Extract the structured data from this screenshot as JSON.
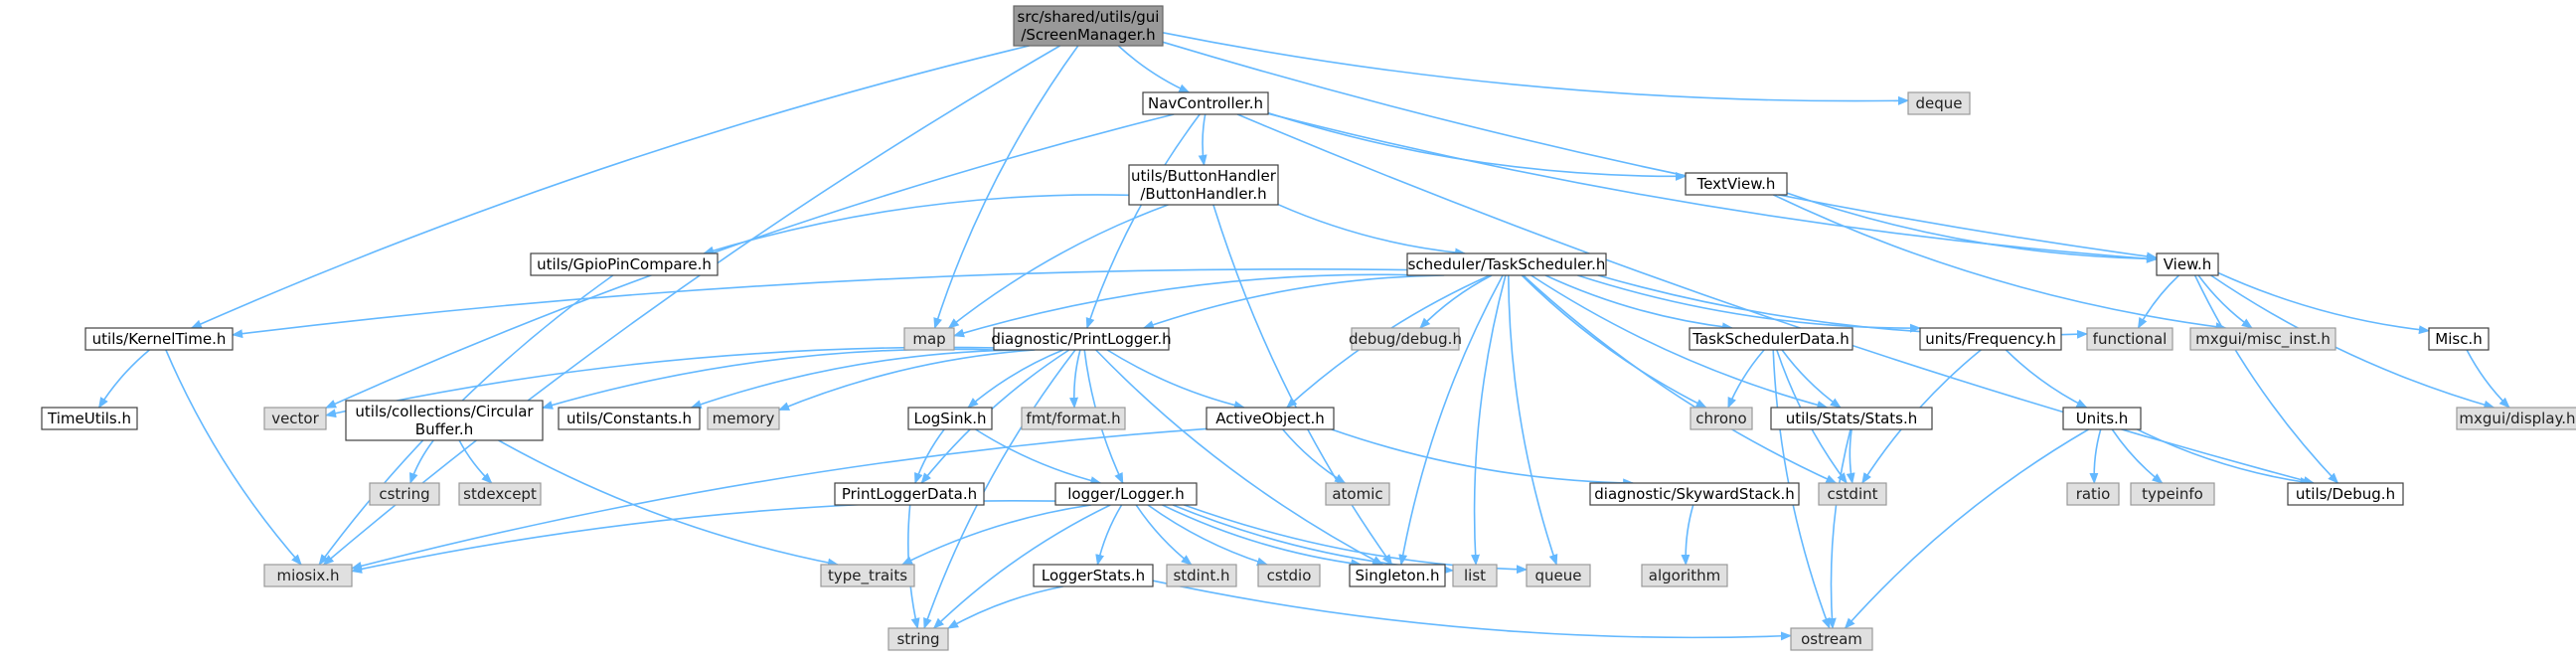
{
  "colors": {
    "edge": "#63b8ff",
    "root_fill": "#999999",
    "external_fill": "#e0e0e0",
    "internal_fill": "#ffffff"
  },
  "nodes": [
    {
      "id": "screenmanager",
      "kind": "root",
      "lines": [
        "src/shared/utils/gui",
        "/ScreenManager.h"
      ]
    },
    {
      "id": "deque",
      "kind": "external",
      "lines": [
        "deque"
      ]
    },
    {
      "id": "navcontroller",
      "kind": "internal",
      "lines": [
        "NavController.h"
      ]
    },
    {
      "id": "buttonhandler",
      "kind": "internal",
      "lines": [
        "utils/ButtonHandler",
        "/ButtonHandler.h"
      ]
    },
    {
      "id": "textview",
      "kind": "internal",
      "lines": [
        "TextView.h"
      ]
    },
    {
      "id": "gpiopincompare",
      "kind": "internal",
      "lines": [
        "utils/GpioPinCompare.h"
      ]
    },
    {
      "id": "taskscheduler",
      "kind": "internal",
      "lines": [
        "scheduler/TaskScheduler.h"
      ]
    },
    {
      "id": "view",
      "kind": "internal",
      "lines": [
        "View.h"
      ]
    },
    {
      "id": "kerneltime",
      "kind": "internal",
      "lines": [
        "utils/KernelTime.h"
      ]
    },
    {
      "id": "map",
      "kind": "external",
      "lines": [
        "map"
      ]
    },
    {
      "id": "printlogger",
      "kind": "internal",
      "lines": [
        "diagnostic/PrintLogger.h"
      ]
    },
    {
      "id": "debugdebug",
      "kind": "external",
      "lines": [
        "debug/debug.h"
      ]
    },
    {
      "id": "taskschedulerdata",
      "kind": "internal",
      "lines": [
        "TaskSchedulerData.h"
      ]
    },
    {
      "id": "frequency",
      "kind": "internal",
      "lines": [
        "units/Frequency.h"
      ]
    },
    {
      "id": "functional",
      "kind": "external",
      "lines": [
        "functional"
      ]
    },
    {
      "id": "miscinst",
      "kind": "external",
      "lines": [
        "mxgui/misc_inst.h"
      ]
    },
    {
      "id": "misc",
      "kind": "internal",
      "lines": [
        "Misc.h"
      ]
    },
    {
      "id": "timeutils",
      "kind": "internal",
      "lines": [
        "TimeUtils.h"
      ]
    },
    {
      "id": "vector",
      "kind": "external",
      "lines": [
        "vector"
      ]
    },
    {
      "id": "circularbuffer",
      "kind": "internal",
      "lines": [
        "utils/collections/Circular",
        "Buffer.h"
      ]
    },
    {
      "id": "constants",
      "kind": "internal",
      "lines": [
        "utils/Constants.h"
      ]
    },
    {
      "id": "memory",
      "kind": "external",
      "lines": [
        "memory"
      ]
    },
    {
      "id": "logsink",
      "kind": "internal",
      "lines": [
        "LogSink.h"
      ]
    },
    {
      "id": "fmtformat",
      "kind": "external",
      "lines": [
        "fmt/format.h"
      ]
    },
    {
      "id": "activeobject",
      "kind": "internal",
      "lines": [
        "ActiveObject.h"
      ]
    },
    {
      "id": "chrono",
      "kind": "external",
      "lines": [
        "chrono"
      ]
    },
    {
      "id": "stats",
      "kind": "internal",
      "lines": [
        "utils/Stats/Stats.h"
      ]
    },
    {
      "id": "units",
      "kind": "internal",
      "lines": [
        "Units.h"
      ]
    },
    {
      "id": "display",
      "kind": "external",
      "lines": [
        "mxgui/display.h"
      ]
    },
    {
      "id": "cstring",
      "kind": "external",
      "lines": [
        "cstring"
      ]
    },
    {
      "id": "stdexcept",
      "kind": "external",
      "lines": [
        "stdexcept"
      ]
    },
    {
      "id": "printloggerdata",
      "kind": "internal",
      "lines": [
        "PrintLoggerData.h"
      ]
    },
    {
      "id": "atomic",
      "kind": "external",
      "lines": [
        "atomic"
      ]
    },
    {
      "id": "skywardstack",
      "kind": "internal",
      "lines": [
        "diagnostic/SkywardStack.h"
      ]
    },
    {
      "id": "cstdint",
      "kind": "external",
      "lines": [
        "cstdint"
      ]
    },
    {
      "id": "ratio",
      "kind": "external",
      "lines": [
        "ratio"
      ]
    },
    {
      "id": "typeinfo",
      "kind": "external",
      "lines": [
        "typeinfo"
      ]
    },
    {
      "id": "debug",
      "kind": "internal",
      "lines": [
        "utils/Debug.h"
      ]
    },
    {
      "id": "logger",
      "kind": "internal",
      "lines": [
        "logger/Logger.h"
      ]
    },
    {
      "id": "miosix",
      "kind": "external",
      "lines": [
        "miosix.h"
      ]
    },
    {
      "id": "typetraits",
      "kind": "external",
      "lines": [
        "type_traits"
      ]
    },
    {
      "id": "stdint",
      "kind": "external",
      "lines": [
        "stdint.h"
      ]
    },
    {
      "id": "cstdio",
      "kind": "external",
      "lines": [
        "cstdio"
      ]
    },
    {
      "id": "singleton",
      "kind": "internal",
      "lines": [
        "Singleton.h"
      ]
    },
    {
      "id": "list",
      "kind": "external",
      "lines": [
        "list"
      ]
    },
    {
      "id": "queue",
      "kind": "external",
      "lines": [
        "queue"
      ]
    },
    {
      "id": "algorithm",
      "kind": "external",
      "lines": [
        "algorithm"
      ]
    },
    {
      "id": "loggerstats",
      "kind": "internal",
      "lines": [
        "LoggerStats.h"
      ]
    },
    {
      "id": "string",
      "kind": "external",
      "lines": [
        "string"
      ]
    },
    {
      "id": "ostream",
      "kind": "external",
      "lines": [
        "ostream"
      ]
    }
  ],
  "edges": [
    [
      "screenmanager",
      "deque"
    ],
    [
      "screenmanager",
      "navcontroller"
    ],
    [
      "screenmanager",
      "view"
    ],
    [
      "screenmanager",
      "map"
    ],
    [
      "screenmanager",
      "kerneltime"
    ],
    [
      "screenmanager",
      "miosix"
    ],
    [
      "navcontroller",
      "buttonhandler"
    ],
    [
      "navcontroller",
      "textview"
    ],
    [
      "navcontroller",
      "view"
    ],
    [
      "navcontroller",
      "printlogger"
    ],
    [
      "navcontroller",
      "vector"
    ],
    [
      "navcontroller",
      "debug"
    ],
    [
      "buttonhandler",
      "gpiopincompare"
    ],
    [
      "buttonhandler",
      "taskscheduler"
    ],
    [
      "buttonhandler",
      "map"
    ],
    [
      "buttonhandler",
      "singleton"
    ],
    [
      "textview",
      "view"
    ],
    [
      "textview",
      "miscinst"
    ],
    [
      "gpiopincompare",
      "miosix"
    ],
    [
      "taskscheduler",
      "kerneltime"
    ],
    [
      "taskscheduler",
      "map"
    ],
    [
      "taskscheduler",
      "printlogger"
    ],
    [
      "taskscheduler",
      "debugdebug"
    ],
    [
      "taskscheduler",
      "activeobject"
    ],
    [
      "taskscheduler",
      "taskschedulerdata"
    ],
    [
      "taskscheduler",
      "frequency"
    ],
    [
      "taskscheduler",
      "functional"
    ],
    [
      "taskscheduler",
      "chrono"
    ],
    [
      "taskscheduler",
      "stats"
    ],
    [
      "taskscheduler",
      "cstdint"
    ],
    [
      "taskscheduler",
      "singleton"
    ],
    [
      "taskscheduler",
      "list"
    ],
    [
      "taskscheduler",
      "queue"
    ],
    [
      "view",
      "functional"
    ],
    [
      "view",
      "miscinst"
    ],
    [
      "view",
      "misc"
    ],
    [
      "view",
      "display"
    ],
    [
      "view",
      "debug"
    ],
    [
      "kerneltime",
      "timeutils"
    ],
    [
      "kerneltime",
      "miosix"
    ],
    [
      "printlogger",
      "vector"
    ],
    [
      "printlogger",
      "circularbuffer"
    ],
    [
      "printlogger",
      "constants"
    ],
    [
      "printlogger",
      "memory"
    ],
    [
      "printlogger",
      "logsink"
    ],
    [
      "printlogger",
      "fmtformat"
    ],
    [
      "printlogger",
      "activeobject"
    ],
    [
      "printlogger",
      "printloggerdata"
    ],
    [
      "printlogger",
      "logger"
    ],
    [
      "printlogger",
      "singleton"
    ],
    [
      "printlogger",
      "string"
    ],
    [
      "taskschedulerdata",
      "chrono"
    ],
    [
      "taskschedulerdata",
      "stats"
    ],
    [
      "taskschedulerdata",
      "cstdint"
    ],
    [
      "taskschedulerdata",
      "ostream"
    ],
    [
      "frequency",
      "units"
    ],
    [
      "frequency",
      "cstdint"
    ],
    [
      "misc",
      "display"
    ],
    [
      "circularbuffer",
      "cstring"
    ],
    [
      "circularbuffer",
      "stdexcept"
    ],
    [
      "circularbuffer",
      "typetraits"
    ],
    [
      "logsink",
      "printloggerdata"
    ],
    [
      "logsink",
      "logger"
    ],
    [
      "activeobject",
      "atomic"
    ],
    [
      "activeobject",
      "skywardstack"
    ],
    [
      "activeobject",
      "miosix"
    ],
    [
      "stats",
      "cstdint"
    ],
    [
      "stats",
      "ostream"
    ],
    [
      "units",
      "ratio"
    ],
    [
      "units",
      "typeinfo"
    ],
    [
      "units",
      "debug"
    ],
    [
      "units",
      "ostream"
    ],
    [
      "printloggerdata",
      "string"
    ],
    [
      "skywardstack",
      "algorithm"
    ],
    [
      "logger",
      "miosix"
    ],
    [
      "logger",
      "typetraits"
    ],
    [
      "logger",
      "loggerstats"
    ],
    [
      "logger",
      "stdint"
    ],
    [
      "logger",
      "cstdio"
    ],
    [
      "logger",
      "singleton"
    ],
    [
      "logger",
      "list"
    ],
    [
      "logger",
      "queue"
    ],
    [
      "logger",
      "string"
    ],
    [
      "loggerstats",
      "string"
    ],
    [
      "loggerstats",
      "ostream"
    ]
  ]
}
